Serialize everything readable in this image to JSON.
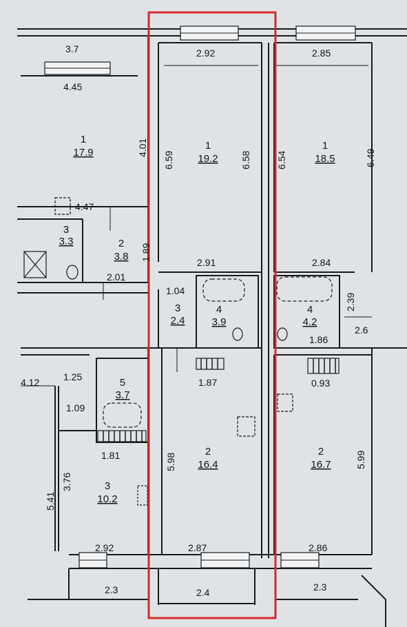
{
  "dims": {
    "top_left_3_7": "3.7",
    "top_left_4_45": "4.45",
    "top_2_92": "2.92",
    "top_2_85": "2.85",
    "v_4_01": "4.01",
    "v_6_59": "6.59",
    "v_6_58": "6.58",
    "v_6_54": "6.54",
    "v_6_49": "6.49",
    "d_4_47": "4.47",
    "v_1_89": "1.89",
    "d_2_01": "2.01",
    "d_2_91": "2.91",
    "d_2_84": "2.84",
    "d_1_04": "1.04",
    "v_2_39": "2.39",
    "d_2_6": "2.6",
    "d_1_86": "1.86",
    "d_4_12": "4.12",
    "d_1_25": "1.25",
    "d_1_87": "1.87",
    "d_0_93": "0.93",
    "d_1_09": "1.09",
    "d_1_81": "1.81",
    "v_5_98": "5.98",
    "v_5_99": "5.99",
    "v_5_41": "5.41",
    "v_3_76": "3.76",
    "bot_2_92": "2.92",
    "bot_2_87": "2.87",
    "bot_2_86": "2.86",
    "bot_2_3_left": "2.3",
    "bot_2_4": "2.4",
    "bot_2_3_right": "2.3"
  },
  "rooms": [
    {
      "num": "1",
      "area": "17.9"
    },
    {
      "num": "1",
      "area": "19.2"
    },
    {
      "num": "1",
      "area": "18.5"
    },
    {
      "num": "3",
      "area": "3.3"
    },
    {
      "num": "2",
      "area": "3.8"
    },
    {
      "num": "3",
      "area": "2.4"
    },
    {
      "num": "4",
      "area": "3.9"
    },
    {
      "num": "4",
      "area": "4.2"
    },
    {
      "num": "5",
      "area": "3.7"
    },
    {
      "num": "2",
      "area": "16.4"
    },
    {
      "num": "2",
      "area": "16.7"
    },
    {
      "num": "3",
      "area": "10.2"
    }
  ],
  "colors": {
    "line": "#1a1a1a",
    "highlight": "#d42a2a",
    "paper": "#dfe3e6"
  }
}
